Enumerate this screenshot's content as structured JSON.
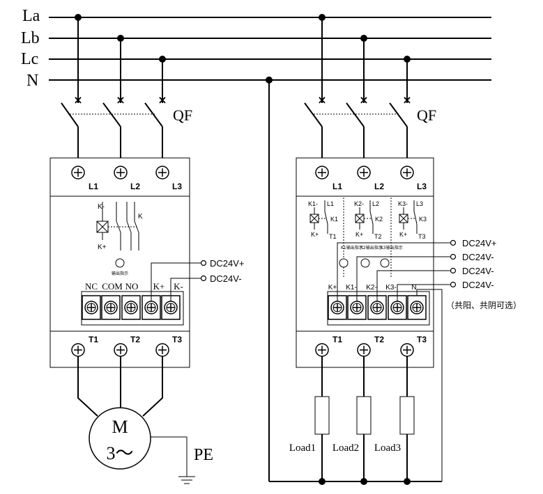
{
  "bus": {
    "la": "La",
    "lb": "Lb",
    "lc": "Lc",
    "n": "N"
  },
  "breaker": {
    "label_left": "QF",
    "label_right": "QF"
  },
  "left_module": {
    "top_terminals": [
      "L1",
      "L2",
      "L3"
    ],
    "coil_top": "K-",
    "coil_bottom": "K+",
    "contact_label": "K",
    "indicator_text": "输出指示",
    "strip_labels": [
      "NC",
      "COM",
      "NO",
      "K+",
      "K-"
    ],
    "bottom_terminals": [
      "T1",
      "T2",
      "T3"
    ],
    "dc_plus": "DC24V+",
    "dc_minus": "DC24V-"
  },
  "motor": {
    "label": "M",
    "phase": "3～",
    "pe": "PE"
  },
  "right_module": {
    "top_terminals": [
      "L1",
      "L2",
      "L3"
    ],
    "channels": [
      {
        "coil_top": "K1-",
        "line": "L1",
        "contact": "K1",
        "coil_bottom": "K+",
        "out": "T1",
        "indicator": "K1输出指示"
      },
      {
        "coil_top": "K2-",
        "line": "L2",
        "contact": "K2",
        "coil_bottom": "K+",
        "out": "T2",
        "indicator": "K2输出指示"
      },
      {
        "coil_top": "K3-",
        "line": "L3",
        "contact": "K3",
        "coil_bottom": "K+",
        "out": "T3",
        "indicator": "K3输出指示"
      }
    ],
    "strip_labels": [
      "K+",
      "K1-",
      "K2-",
      "K3-",
      "N"
    ],
    "bottom_terminals": [
      "T1",
      "T2",
      "T3"
    ],
    "dc_labels": [
      "DC24V+",
      "DC24V-",
      "DC24V-",
      "DC24V-"
    ],
    "note": "（共阳、共阴可选）"
  },
  "loads": [
    "Load1",
    "Load2",
    "Load3"
  ]
}
